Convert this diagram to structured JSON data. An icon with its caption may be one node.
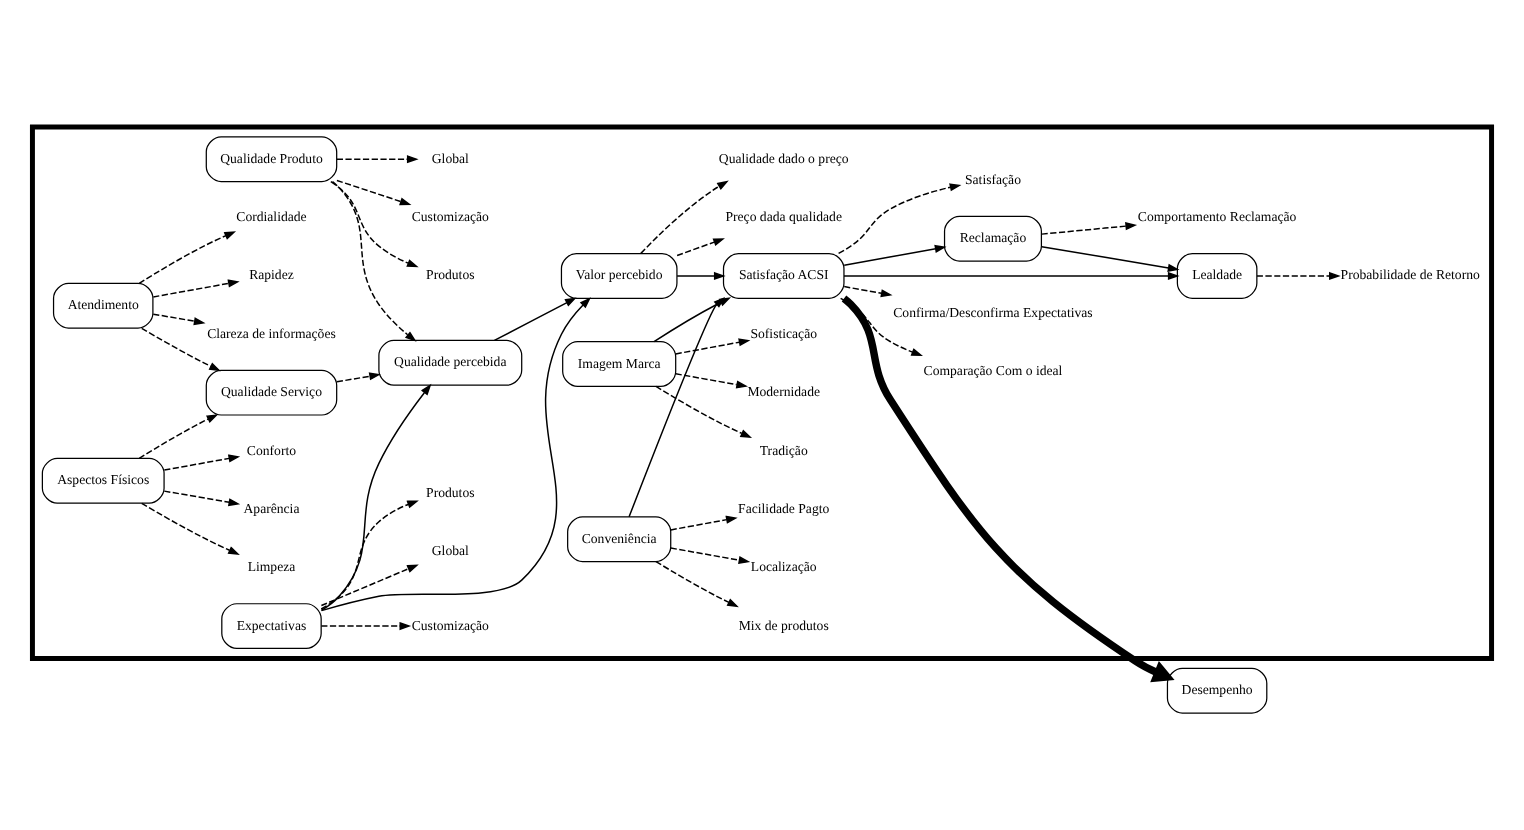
{
  "diagram": {
    "nodes": [
      {
        "text": [],
        "shape": "box"
      },
      {
        "text": [
          "Qualidade Produto"
        ],
        "in": 0
      },
      {
        "text": [
          "Global"
        ],
        "in": 0
      },
      {
        "text": [
          "Produtos"
        ],
        "in": 0
      },
      {
        "text": [
          "Customização"
        ],
        "in": 0
      },
      {
        "text": [
          "Clareza de informações"
        ],
        "in": 0
      },
      {
        "text": [
          "Atendimento"
        ],
        "in": 0
      },
      {
        "text": [
          "Rapidez"
        ],
        "in": 0
      },
      {
        "text": [
          "Cordialidade"
        ],
        "in": 0
      },
      {
        "text": [
          "Qualidade Serviço"
        ],
        "in": 0
      },
      {
        "text": [
          "Aspectos Físicos"
        ],
        "in": 0
      },
      {
        "text": [
          "Aparência"
        ],
        "in": 0
      },
      {
        "text": [
          "Conforto"
        ],
        "in": 0
      },
      {
        "text": [
          "Limpeza"
        ],
        "in": 0
      },
      {
        "text": [
          "Comportamento Reclamação"
        ],
        "in": 0
      },
      {
        "text": [
          "Reclamação"
        ],
        "in": 0
      },
      {
        "text": [
          "Qualidade percebida"
        ],
        "in": 0
      },
      {
        "text": [
          "Qualidade dado o preço"
        ],
        "in": 0
      },
      {
        "text": [
          "Satisfação"
        ],
        "in": 0
      },
      {
        "text": [
          "Comparação Com o ideal"
        ],
        "in": 0
      },
      {
        "text": [
          "Valor percebido"
        ],
        "in": 0
      },
      {
        "text": [
          "Satisfação ACSI"
        ],
        "in": 0
      },
      {
        "text": [
          "Desempenho"
        ]
      },
      {
        "text": [
          "Global"
        ],
        "in": 0
      },
      {
        "text": [
          "Produtos"
        ],
        "in": 0
      },
      {
        "text": [
          "Expectativas"
        ],
        "in": 0
      },
      {
        "text": [
          "Preço dada qualidade"
        ],
        "in": 0
      },
      {
        "text": [
          "Customização"
        ],
        "in": 0
      },
      {
        "text": [
          "Confirma/Desconfirma Expectativas"
        ],
        "in": 0
      },
      {
        "text": [
          "Lealdade"
        ],
        "in": 0
      },
      {
        "text": [
          "Imagem Marca"
        ],
        "in": 0
      },
      {
        "text": [
          "Localização"
        ],
        "in": 0
      },
      {
        "text": [
          "Conveniência"
        ],
        "in": 0
      },
      {
        "text": [
          "Probabilidade de Retorno"
        ],
        "in": 0
      },
      {
        "text": [
          "Sofisticação"
        ],
        "in": 0
      },
      {
        "text": [
          "Tradição"
        ],
        "in": 0
      },
      {
        "text": [
          "Modernidade"
        ],
        "in": 0
      },
      {
        "text": [
          "Facilidade Pagto"
        ],
        "in": 0
      },
      {
        "text": [
          "Mix de produtos"
        ],
        "in": 0
      }
    ],
    "edges": [
      {
        "from": 1,
        "to": 2,
        "arrow": "to",
        "style": "dashed"
      },
      {
        "from": 1,
        "to": 3,
        "arrow": "to",
        "style": "dashed"
      },
      {
        "from": 1,
        "to": 4,
        "arrow": "to",
        "style": "dashed"
      },
      {
        "from": 1,
        "to": 16,
        "arrow": "to",
        "style": "dashed"
      },
      {
        "from": 6,
        "to": 5,
        "arrow": "to",
        "style": "dashed"
      },
      {
        "from": 6,
        "to": 9,
        "arrow": "to",
        "style": "dashed"
      },
      {
        "from": 6,
        "to": 7,
        "arrow": "to",
        "style": "dashed"
      },
      {
        "from": 6,
        "to": 8,
        "arrow": "to",
        "style": "dashed"
      },
      {
        "from": 10,
        "to": 9,
        "arrow": "to",
        "style": "dashed"
      },
      {
        "from": 10,
        "to": 11,
        "arrow": "to",
        "style": "dashed"
      },
      {
        "from": 10,
        "to": 12,
        "arrow": "to",
        "style": "dashed"
      },
      {
        "from": 10,
        "to": 13,
        "arrow": "to",
        "style": "dashed"
      },
      {
        "from": 9,
        "to": 16,
        "arrow": "to",
        "style": "dashed"
      },
      {
        "from": 15,
        "to": 14,
        "arrow": "to",
        "style": "dashed"
      },
      {
        "from": 16,
        "to": 20,
        "arrow": "to"
      },
      {
        "from": 25,
        "to": 16,
        "arrow": "to"
      },
      {
        "from": 20,
        "to": 17,
        "arrow": "to",
        "style": "dashed"
      },
      {
        "from": 21,
        "to": 18,
        "arrow": "to",
        "style": "dashed"
      },
      {
        "from": 21,
        "to": 19,
        "arrow": "to",
        "style": "dashed"
      },
      {
        "from": 20,
        "to": 21,
        "arrow": "to"
      },
      {
        "from": 21,
        "to": 15,
        "arrow": "to"
      },
      {
        "from": 21,
        "to": 22,
        "arrow": "to",
        "style": "thick"
      },
      {
        "from": 25,
        "to": 23,
        "arrow": "to",
        "style": "dashed"
      },
      {
        "from": 25,
        "to": 24,
        "arrow": "to",
        "style": "dashed"
      },
      {
        "from": 25,
        "to": 27,
        "arrow": "to",
        "style": "dashed"
      },
      {
        "from": 25,
        "to": 20,
        "arrow": "to"
      },
      {
        "from": 20,
        "to": 26,
        "arrow": "to",
        "style": "dashed"
      },
      {
        "from": 30,
        "to": 21,
        "arrow": "to"
      },
      {
        "from": 32,
        "to": 21,
        "arrow": "to"
      },
      {
        "from": 21,
        "to": 28,
        "arrow": "to",
        "style": "dashed"
      },
      {
        "from": 21,
        "to": 29,
        "arrow": "to"
      },
      {
        "from": 15,
        "to": 29,
        "arrow": "to"
      },
      {
        "from": 29,
        "to": 33,
        "arrow": "to",
        "style": "dashed"
      },
      {
        "from": 30,
        "to": 34,
        "arrow": "to",
        "style": "dashed"
      },
      {
        "from": 30,
        "to": 35,
        "arrow": "to",
        "style": "dashed"
      },
      {
        "from": 30,
        "to": 36,
        "arrow": "to",
        "style": "dashed"
      },
      {
        "from": 32,
        "to": 31,
        "arrow": "to",
        "style": "dashed"
      },
      {
        "from": 32,
        "to": 37,
        "arrow": "to",
        "style": "dashed"
      },
      {
        "from": 32,
        "to": 38,
        "arrow": "to",
        "style": "dashed"
      }
    ]
  }
}
